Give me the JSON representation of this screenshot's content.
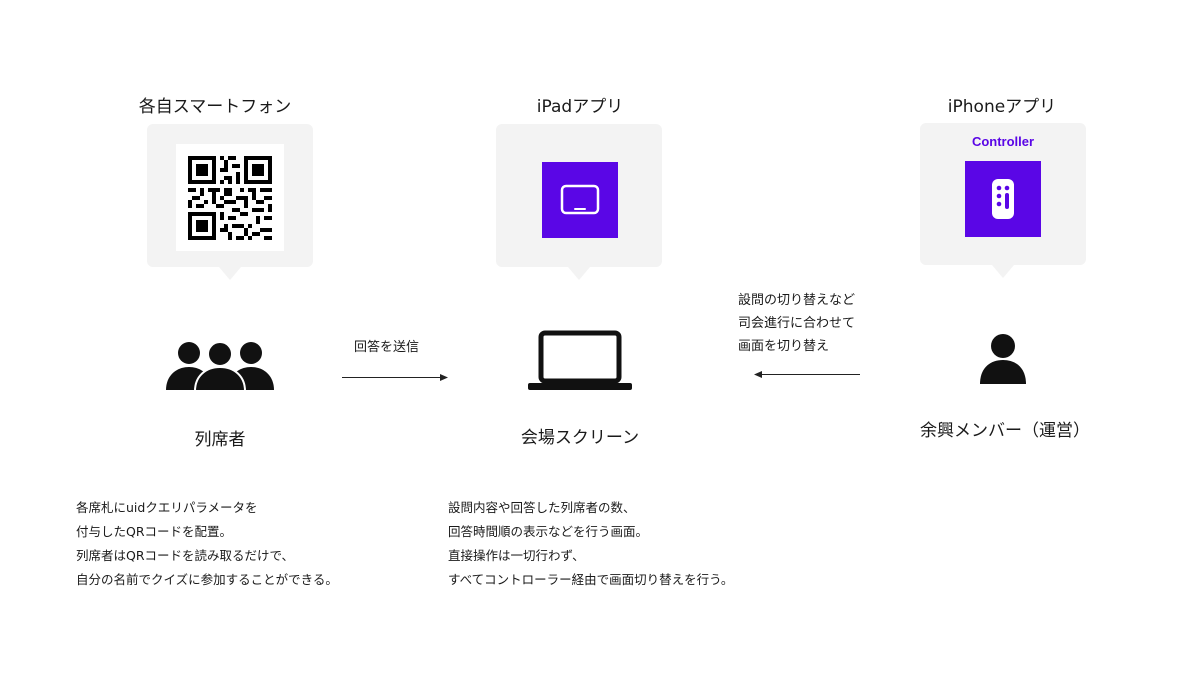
{
  "columns": {
    "left": {
      "title": "各自スマートフォン",
      "actor": "列席者",
      "note_lines": [
        "各席札にuidクエリパラメータを",
        "付与したQRコードを配置。",
        "列席者はQRコードを読み取るだけで、",
        "自分の名前でクイズに参加することができる。"
      ]
    },
    "center": {
      "title": "iPadアプリ",
      "actor": "会場スクリーン",
      "note_lines": [
        "設問内容や回答した列席者の数、",
        "回答時間順の表示などを行う画面。",
        "直接操作は一切行わず、",
        "すべてコントローラー経由で画面切り替えを行う。"
      ]
    },
    "right": {
      "title": "iPhoneアプリ",
      "controller_label": "Controller",
      "actor": "余興メンバー（運営）"
    }
  },
  "arrows": {
    "left_to_center": {
      "label": "回答を送信"
    },
    "right_to_center": {
      "label_lines": [
        "設問の切り替えなど",
        "司会進行に合わせて",
        "画面を切り替え"
      ]
    }
  },
  "colors": {
    "accent": "#5a06e6",
    "bubble": "#f3f3f3",
    "ink": "#111111"
  },
  "icons": {
    "qr": "qr-code-icon",
    "ipad": "tablet-screen-icon",
    "remote": "remote-control-icon",
    "group": "people-group-icon",
    "laptop": "laptop-icon",
    "person": "person-icon"
  }
}
